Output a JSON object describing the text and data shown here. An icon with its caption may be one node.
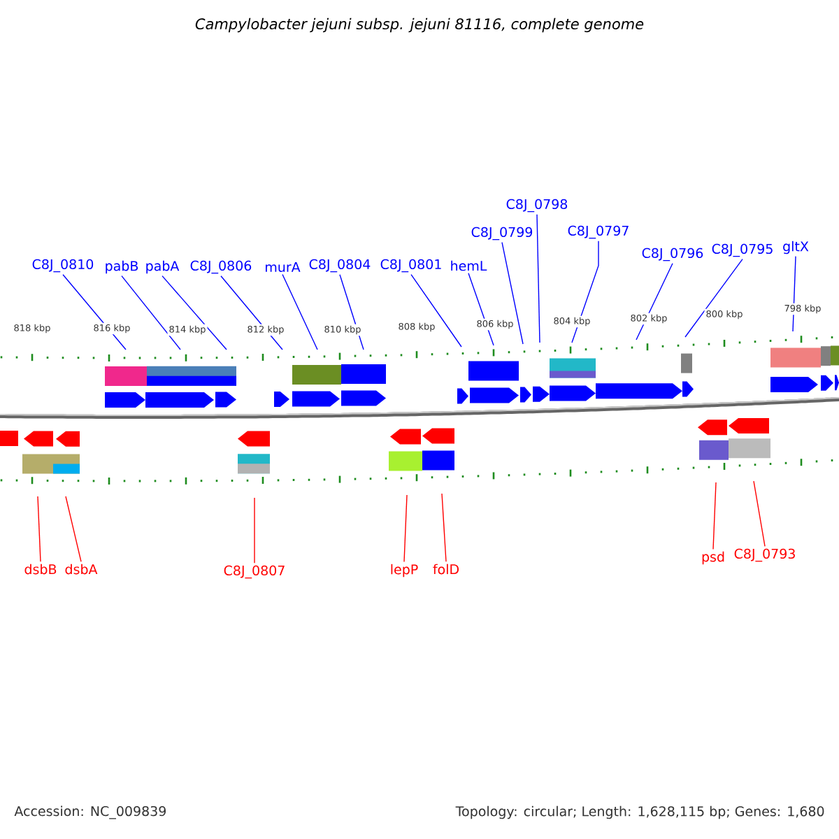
{
  "diagram": {
    "title": "Campylobacter jejuni subsp. jejuni 81116, complete genome",
    "nodes": [
      {
        "text": [
          "C8J_0810"
        ]
      },
      {
        "text": [
          "pabB"
        ]
      },
      {
        "text": [
          "pabA"
        ]
      },
      {
        "text": [
          "C8J_0806"
        ]
      },
      {
        "text": [
          "murA"
        ]
      },
      {
        "text": [
          "C8J_0804"
        ]
      },
      {
        "text": [
          "C8J_0801"
        ]
      },
      {
        "text": [
          "hemL"
        ]
      },
      {
        "text": [
          "C8J_0799"
        ]
      },
      {
        "text": [
          "C8J_0798"
        ]
      },
      {
        "text": [
          "C8J_0797"
        ]
      },
      {
        "text": [
          "C8J_0796"
        ]
      },
      {
        "text": [
          "C8J_0795"
        ]
      },
      {
        "text": [
          "gltX"
        ]
      },
      {
        "text": [
          "dsbB"
        ]
      },
      {
        "text": [
          "dsbA"
        ]
      },
      {
        "text": [
          "C8J_0807"
        ]
      },
      {
        "text": [
          "lepP"
        ]
      },
      {
        "text": [
          "folD"
        ]
      },
      {
        "text": [
          "psd"
        ]
      },
      {
        "text": [
          "C8J_0793"
        ]
      }
    ],
    "edges": [
      {
        "from": 0,
        "to": null,
        "arrow": "none"
      },
      {
        "from": 1,
        "to": null,
        "arrow": "none"
      },
      {
        "from": 2,
        "to": null,
        "arrow": "none"
      },
      {
        "from": 3,
        "to": null,
        "arrow": "none"
      },
      {
        "from": 4,
        "to": null,
        "arrow": "none"
      },
      {
        "from": 5,
        "to": null,
        "arrow": "none"
      },
      {
        "from": 6,
        "to": null,
        "arrow": "none"
      },
      {
        "from": 7,
        "to": null,
        "arrow": "none"
      },
      {
        "from": 8,
        "to": null,
        "arrow": "none"
      },
      {
        "from": 9,
        "to": null,
        "arrow": "none"
      },
      {
        "from": 10,
        "to": null,
        "arrow": "none"
      },
      {
        "from": 11,
        "to": null,
        "arrow": "none"
      },
      {
        "from": 12,
        "to": null,
        "arrow": "none"
      },
      {
        "from": 13,
        "to": null,
        "arrow": "none"
      },
      {
        "from": 14,
        "to": null,
        "arrow": "none",
        "color": "#ff0000"
      },
      {
        "from": 15,
        "to": null,
        "arrow": "none",
        "color": "#ff0000"
      },
      {
        "from": 16,
        "to": null,
        "arrow": "none",
        "color": "#ff0000"
      },
      {
        "from": 17,
        "to": null,
        "arrow": "none",
        "color": "#ff0000"
      },
      {
        "from": 18,
        "to": null,
        "arrow": "none",
        "color": "#ff0000"
      },
      {
        "from": 19,
        "to": null,
        "arrow": "none",
        "color": "#ff0000"
      },
      {
        "from": 20,
        "to": null,
        "arrow": "none",
        "color": "#ff0000"
      }
    ],
    "labels": [
      "818 kbp",
      "816 kbp",
      "814 kbp",
      "812 kbp",
      "810 kbp",
      "808 kbp",
      "806 kbp",
      "804 kbp",
      "802 kbp",
      "800 kbp",
      "798 kbp",
      "Accession: NC_009839",
      "Topology: circular; Length: 1,628,115 bp; Genes: 1,680"
    ]
  }
}
